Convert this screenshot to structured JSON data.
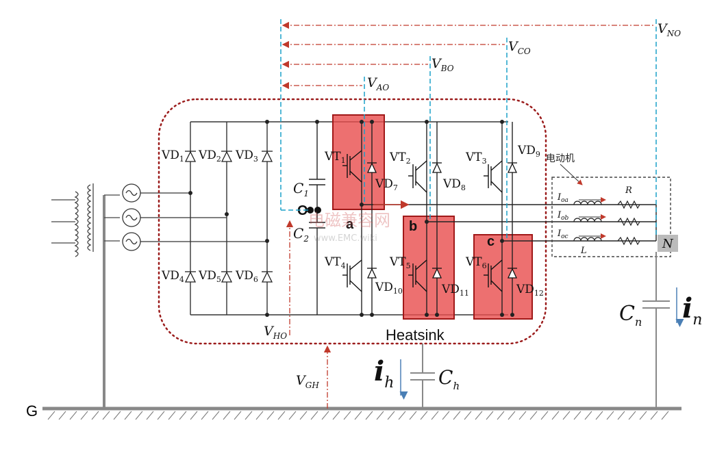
{
  "colors": {
    "wire": "#2a2a2a",
    "heatsink_border": "#9b1c1c",
    "module_fill": "#e84c4c",
    "module_border": "#a01818",
    "measure_red": "#c0392b",
    "measure_blue": "#1aa0c8",
    "current_arrow": "#4a7fb5",
    "ground": "#888888"
  },
  "diodes_rectifier": [
    "VD",
    "VD",
    "VD",
    "VD",
    "VD",
    "VD"
  ],
  "diode_subs": [
    "1",
    "2",
    "3",
    "4",
    "5",
    "6"
  ],
  "inverter": {
    "vt": [
      "VT",
      "VT",
      "VT",
      "VT",
      "VT",
      "VT"
    ],
    "vt_subs": [
      "1",
      "2",
      "3",
      "4",
      "5",
      "6"
    ],
    "vd_subs": [
      "7",
      "8",
      "9",
      "10",
      "11",
      "12"
    ]
  },
  "capacitors": {
    "c1": "C",
    "c1_sub": "1",
    "c2": "C",
    "c2_sub": "2"
  },
  "nodes": {
    "a": "a",
    "b": "b",
    "c": "c",
    "o": "O",
    "n": "N"
  },
  "voltages": {
    "vno": "V",
    "vno_sub": "NO",
    "vco": "V",
    "vco_sub": "CO",
    "vbo": "V",
    "vbo_sub": "BO",
    "vao": "V",
    "vao_sub": "AO",
    "vho": "V",
    "vho_sub": "HO",
    "vgh": "V",
    "vgh_sub": "GH"
  },
  "motor": {
    "title": "电动机",
    "r": "R",
    "l": "L",
    "ioa": "I",
    "ioa_sub": "oa",
    "iob": "I",
    "iob_sub": "ob",
    "ioc": "I",
    "ioc_sub": "oc"
  },
  "heatsink_label": "Heatsink",
  "currents": {
    "ih": "i",
    "ih_sub": "h",
    "in": "i",
    "in_sub": "n"
  },
  "cap_n": "C",
  "cap_n_sub": "n",
  "cap_h": "C",
  "cap_h_sub": "h",
  "ground_label": "G",
  "watermark": {
    "line1": "电磁兼容网",
    "line2": "www.EMC.wiki"
  }
}
